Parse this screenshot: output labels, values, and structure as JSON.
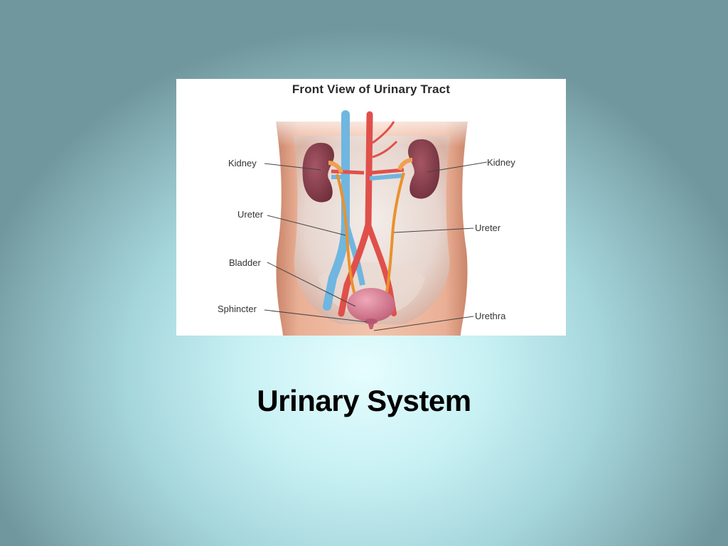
{
  "slide": {
    "title": "Urinary System"
  },
  "figure": {
    "title": "Front View of Urinary Tract",
    "labels": {
      "kidney_left": "Kidney",
      "kidney_right": "Kidney",
      "ureter_left": "Ureter",
      "ureter_right": "Ureter",
      "bladder": "Bladder",
      "sphincter": "Sphincter",
      "urethra": "Urethra"
    }
  },
  "colors": {
    "background_center": "#e6fdfe",
    "background_edge": "#6f979d",
    "skin": "#e8a586",
    "kidney": "#8a3f4a",
    "ureter": "#e9922e",
    "vein": "#6fb6e0",
    "artery": "#e0504a",
    "bladder": "#d97b92"
  }
}
